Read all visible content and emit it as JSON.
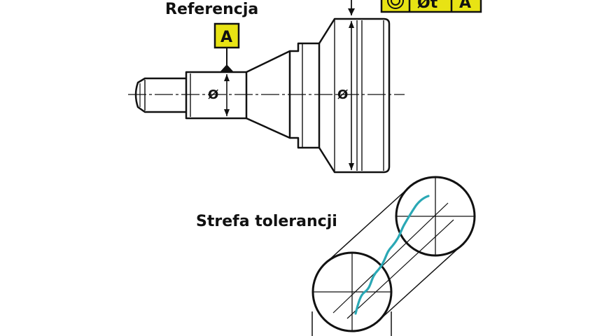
{
  "labels": {
    "reference": "Referencja",
    "tolerance_zone": "Strefa tolerancji"
  },
  "datum": {
    "letter": "A"
  },
  "frame": {
    "symbol": "coaxiality-symbol",
    "tolerance": "Øt",
    "datum_ref": "A"
  },
  "dimensions": {
    "small_diameter": "Ø",
    "large_diameter": "Ø"
  },
  "colors": {
    "frame_fill": "#e8e314",
    "line": "#111111",
    "axis_curve": "#2aa8b5"
  }
}
